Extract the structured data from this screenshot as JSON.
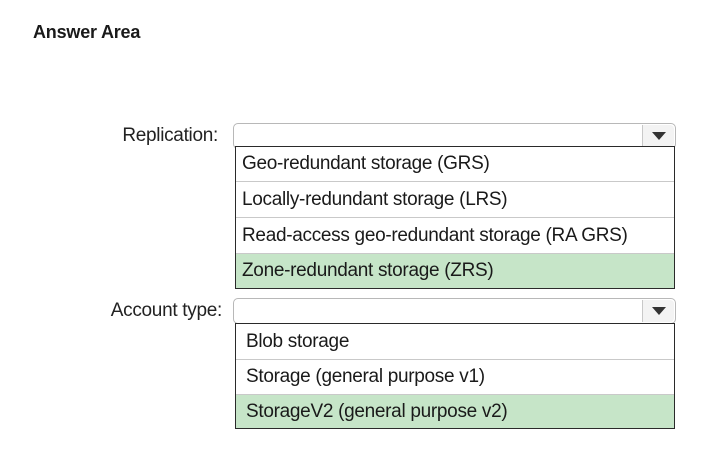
{
  "heading": "Answer Area",
  "colors": {
    "selected_background": "#c6e5c8",
    "dropdown_border": "#b8b8b8"
  },
  "replication": {
    "label": "Replication:",
    "icon": "chevron-down-icon",
    "options": [
      {
        "label": "Geo-redundant storage (GRS)",
        "selected": false
      },
      {
        "label": "Locally-redundant storage (LRS)",
        "selected": false
      },
      {
        "label": "Read-access geo-redundant storage (RA GRS)",
        "selected": false
      },
      {
        "label": "Zone-redundant storage (ZRS)",
        "selected": true
      }
    ]
  },
  "account_type": {
    "label": "Account type:",
    "icon": "chevron-down-icon",
    "options": [
      {
        "label": "Blob storage",
        "selected": false
      },
      {
        "label": "Storage (general purpose v1)",
        "selected": false
      },
      {
        "label": "StorageV2 (general purpose v2)",
        "selected": true
      }
    ]
  }
}
